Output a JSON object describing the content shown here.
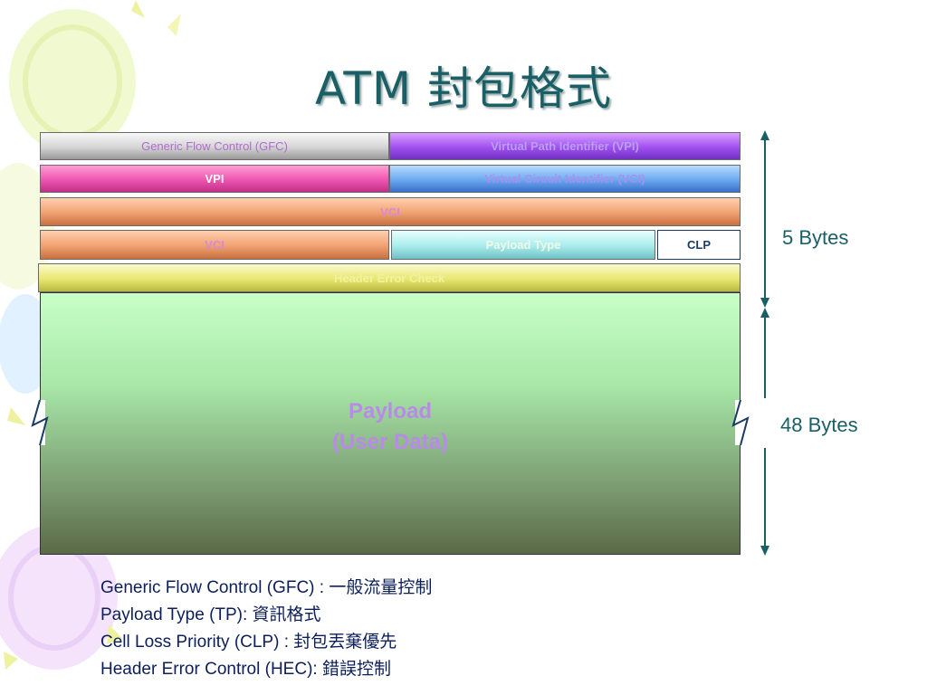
{
  "title": "ATM 封包格式",
  "fields": {
    "gfc": "Generic Flow Control (GFC)",
    "vpi_full": "Virtual Path Identifier (VPI)",
    "vpi": "VPI",
    "vci_full": "Virtual Circuit Identifier (VCI)",
    "vci_row3": "VCI",
    "vci_row4": "VCI",
    "payload_type": "Payload Type",
    "clp": "CLP",
    "hec": "Header Error Check"
  },
  "payload": {
    "line1": "Payload",
    "line2": "(User Data)"
  },
  "sizes": {
    "header": "5 Bytes",
    "payload": "48 Bytes"
  },
  "legend": [
    "Generic Flow Control (GFC) : 一般流量控制",
    "Payload Type (TP): 資訊格式",
    "Cell Loss Priority (CLP) : 封包丟棄優先",
    "Header Error Control (HEC): 錯誤控制"
  ],
  "colors": {
    "accent": "#1a5f66",
    "payload_text": "#b98ae8",
    "legend_text": "#0c1f5a"
  }
}
